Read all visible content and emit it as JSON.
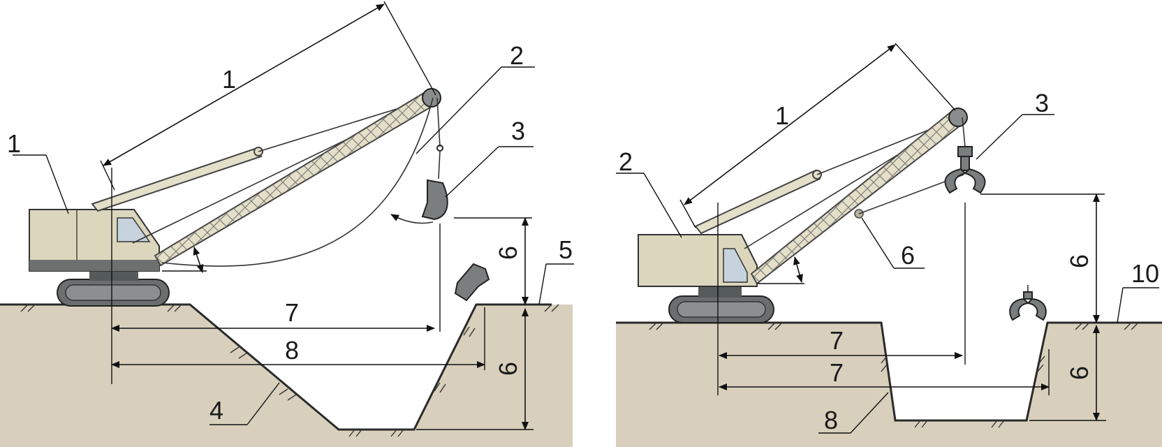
{
  "left_panel": {
    "callouts": {
      "c1_dimension": "1",
      "c1_machine": "1",
      "c2": "2",
      "c3": "3",
      "c4": "4",
      "c5": "5",
      "c6_above": "6",
      "c6_below": "6",
      "c7": "7",
      "c8": "8"
    }
  },
  "right_panel": {
    "callouts": {
      "c1": "1",
      "c2": "2",
      "c3": "3",
      "c6_boom": "6",
      "c6_above": "6",
      "c6_below": "6",
      "c7_upper": "7",
      "c7_lower": "7",
      "c8": "8",
      "c10": "10"
    }
  },
  "colors": {
    "ground": "#d8d0bc",
    "machine_body": "#dcd6bd",
    "track": "#6b6e6e",
    "bucket": "#7b7e7e",
    "cab_window": "#c6d2dc"
  },
  "icons": [
    "dragline-excavator-icon",
    "clamshell-excavator-icon",
    "dragline-bucket-icon",
    "clamshell-grab-icon"
  ]
}
